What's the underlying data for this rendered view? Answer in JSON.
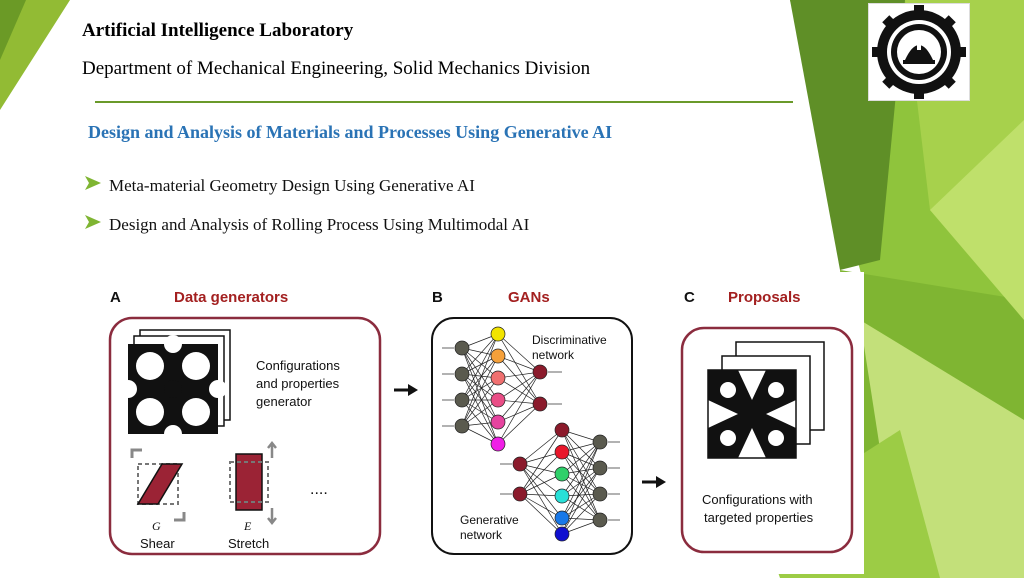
{
  "header": {
    "lab_name": "Artificial Intelligence Laboratory",
    "department": "Department of Mechanical Engineering, Solid Mechanics Division"
  },
  "topic": "Design and Analysis of Materials and Processes Using Generative AI",
  "bullets": [
    "Meta-material Geometry Design Using Generative AI",
    "Design and Analysis of Rolling Process Using Multimodal AI"
  ],
  "logo": {
    "icon": "university-seal-icon"
  },
  "figure": {
    "panel_a": {
      "letter": "A",
      "title": "Data generators",
      "desc_line1": "Configurations",
      "desc_line2": "and properties",
      "desc_line3": "generator",
      "shear_symbol": "G",
      "shear_label": "Shear",
      "stretch_symbol": "E",
      "stretch_label": "Stretch",
      "ellipsis": "...."
    },
    "panel_b": {
      "letter": "B",
      "title": "GANs",
      "disc_line1": "Discriminative",
      "disc_line2": "network",
      "gen_line1": "Generative",
      "gen_line2": "network"
    },
    "panel_c": {
      "letter": "C",
      "title": "Proposals",
      "desc_line1": "Configurations with",
      "desc_line2": "targeted properties"
    }
  },
  "colors": {
    "title_red": "#a32020",
    "topic_blue": "#2a73b5",
    "rule_green": "#6a9a2a",
    "panel_border": "#8b2c3e"
  }
}
